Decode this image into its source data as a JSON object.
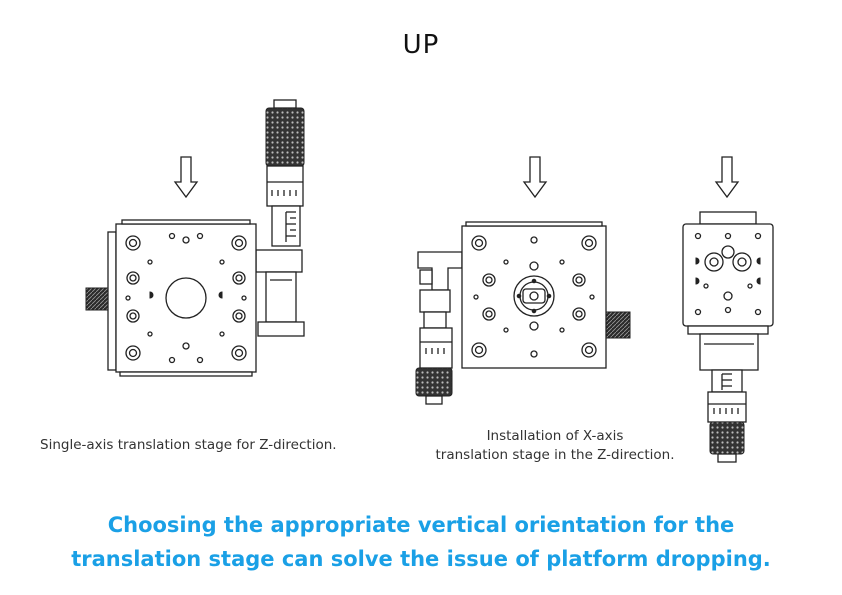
{
  "title": "UP",
  "captions": {
    "left": "Single-axis translation stage for Z-direction.",
    "middle_line1": "Installation of X-axis",
    "middle_line2": "translation stage in the Z-direction."
  },
  "headline": {
    "line1": "Choosing the appropriate vertical orientation for the",
    "line2": "translation stage can solve the issue of platform dropping."
  },
  "colors": {
    "headline": "#1aa0e6",
    "lines": "#222222"
  },
  "icons": [
    "down-arrow-icon",
    "micrometer-icon",
    "knurled-knob-icon"
  ]
}
